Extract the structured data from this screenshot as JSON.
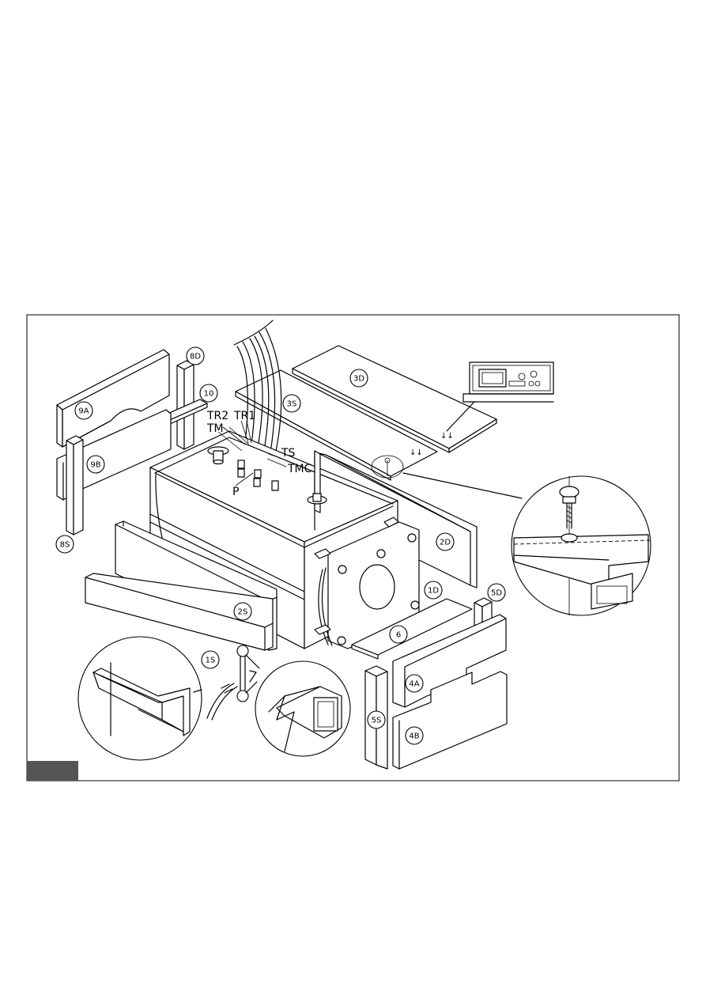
{
  "callouts": {
    "c8D": "8D",
    "c9A": "9A",
    "c10": "10",
    "c9B": "9B",
    "c8S": "8S",
    "c3D": "3D",
    "c3S": "3S",
    "c2D": "2D",
    "c1D": "1D",
    "c5D": "5D",
    "c6": "6",
    "c2S": "2S",
    "c1S": "1S",
    "c4A": "4A",
    "c4B": "4B",
    "c5S": "5S"
  },
  "labels": {
    "tr2": "TR2",
    "tr1": "TR1",
    "tm": "TM",
    "ts": "TS",
    "tmc": "TMC",
    "p": "P"
  },
  "colors": {
    "line": "#000000",
    "footer_bar": "#555555",
    "background": "#ffffff"
  }
}
